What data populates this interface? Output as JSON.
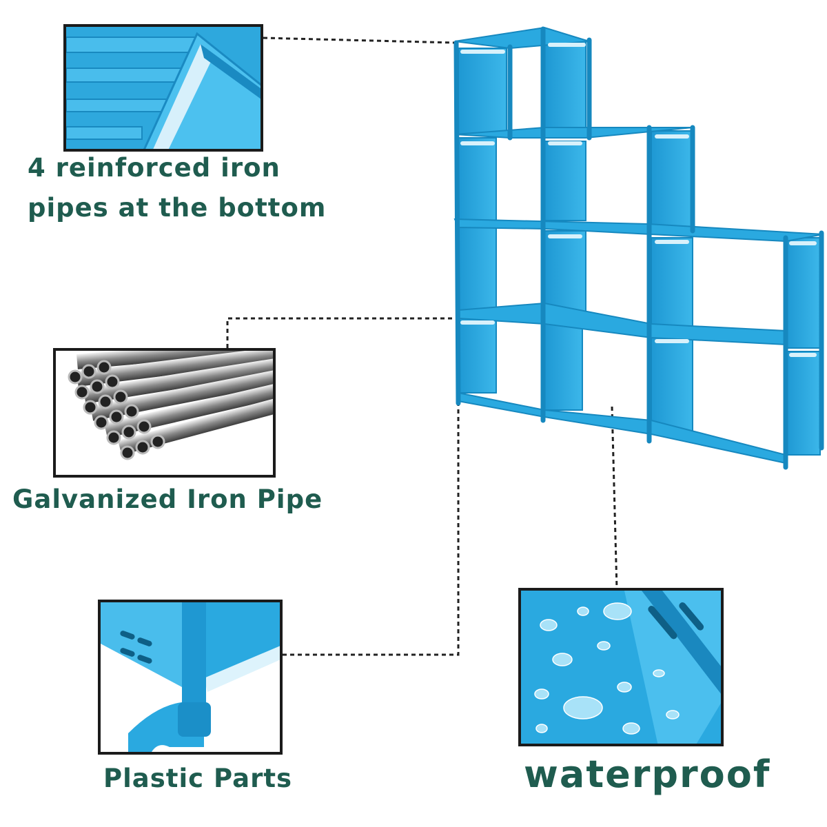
{
  "callouts": {
    "bottom_pipes": {
      "line1": "4 reinforced iron",
      "line2": "pipes at the bottom"
    },
    "iron_pipe": {
      "label": "Galvanized Iron Pipe"
    },
    "plastic": {
      "label": "Plastic Parts"
    },
    "waterproof": {
      "label": "waterproof"
    }
  },
  "colors": {
    "product_blue": "#2aa9e0",
    "product_blue_dark": "#1688bf",
    "caption_green": "#1f5c4f",
    "frame_black": "#1b1b1b"
  }
}
